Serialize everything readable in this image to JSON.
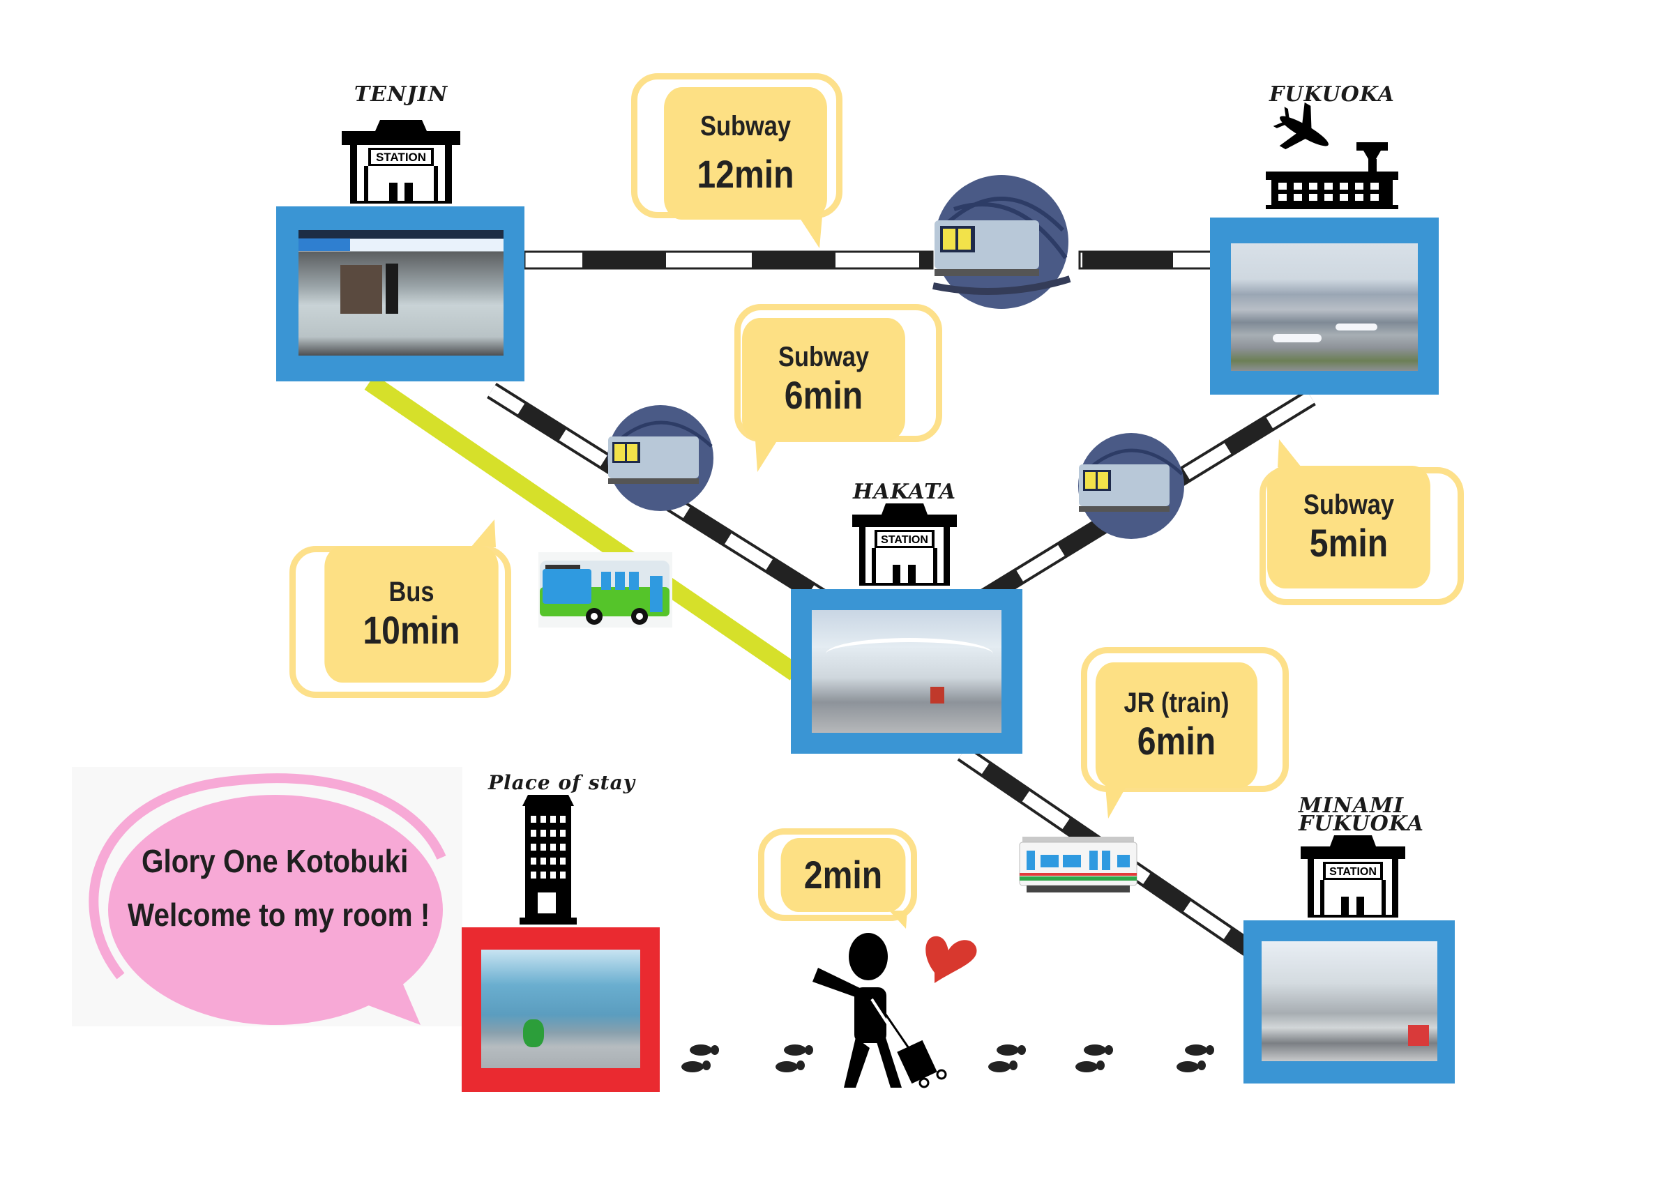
{
  "stations": {
    "tenjin": {
      "name": "TENJIN",
      "icon_label": "STATION"
    },
    "fukuoka": {
      "name": "FUKUOKA"
    },
    "hakata": {
      "name": "HAKATA",
      "icon_label": "STATION"
    },
    "minami_fukuoka": {
      "name_line1": "MINAMI",
      "name_line2": "FUKUOKA",
      "icon_label": "STATION"
    },
    "place_of_stay": {
      "name": "Place of stay"
    }
  },
  "routes": [
    {
      "id": "tenjin-fukuoka",
      "mode": "Subway",
      "time": "12min"
    },
    {
      "id": "tenjin-hakata",
      "mode": "Subway",
      "time": "6min"
    },
    {
      "id": "fukuoka-hakata",
      "mode": "Subway",
      "time": "5min"
    },
    {
      "id": "tenjin-hakata-bus",
      "mode": "Bus",
      "time": "10min"
    },
    {
      "id": "hakata-minami",
      "mode": "JR (train)",
      "time": "6min"
    },
    {
      "id": "walk",
      "mode": "",
      "time": "2min"
    }
  ],
  "welcome": {
    "line1": "Glory One Kotobuki",
    "line2": "Welcome to my room !"
  },
  "colors": {
    "frame_blue": "#3a95d4",
    "frame_red": "#ea2a30",
    "bubble_yellow": "#fde084",
    "bus_line": "#d6e02a",
    "pink_bubble": "#f7a9d6",
    "heart": "#d8382e"
  }
}
